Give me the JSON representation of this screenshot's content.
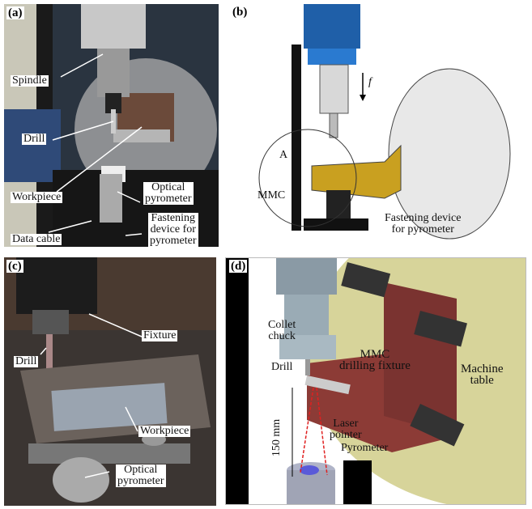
{
  "panels": {
    "a": {
      "tag": "(a)",
      "labels": {
        "spindle": "Spindle",
        "drill": "Drill",
        "workpiece": "Workpiece",
        "optical": "Optical",
        "pyrometer": "pyrometer",
        "data_cable": "Data cable",
        "fastening1": "Fastening",
        "fastening2": "device for",
        "fastening3": "pyrometer"
      }
    },
    "b": {
      "tag": "(b)",
      "labels": {
        "f": "f",
        "A": "A",
        "mmc": "MMC",
        "fastening1": "Fastening device",
        "fastening2": "for pyrometer"
      }
    },
    "c": {
      "tag": "(c)",
      "labels": {
        "fixture": "Fixture",
        "drill": "Drill",
        "workpiece": "Workpiece",
        "optical": "Optical",
        "pyrometer": "pyrometer"
      }
    },
    "d": {
      "tag": "(d)",
      "labels": {
        "collet1": "Collet",
        "collet2": "chuck",
        "drill": "Drill",
        "mmc1": "MMC",
        "mmc2": "drilling fixture",
        "table1": "Machine",
        "table2": "table",
        "distance": "150 mm",
        "laser1": "Laser",
        "laser2": "pointer",
        "pyrometer": "Pyrometer"
      }
    }
  }
}
